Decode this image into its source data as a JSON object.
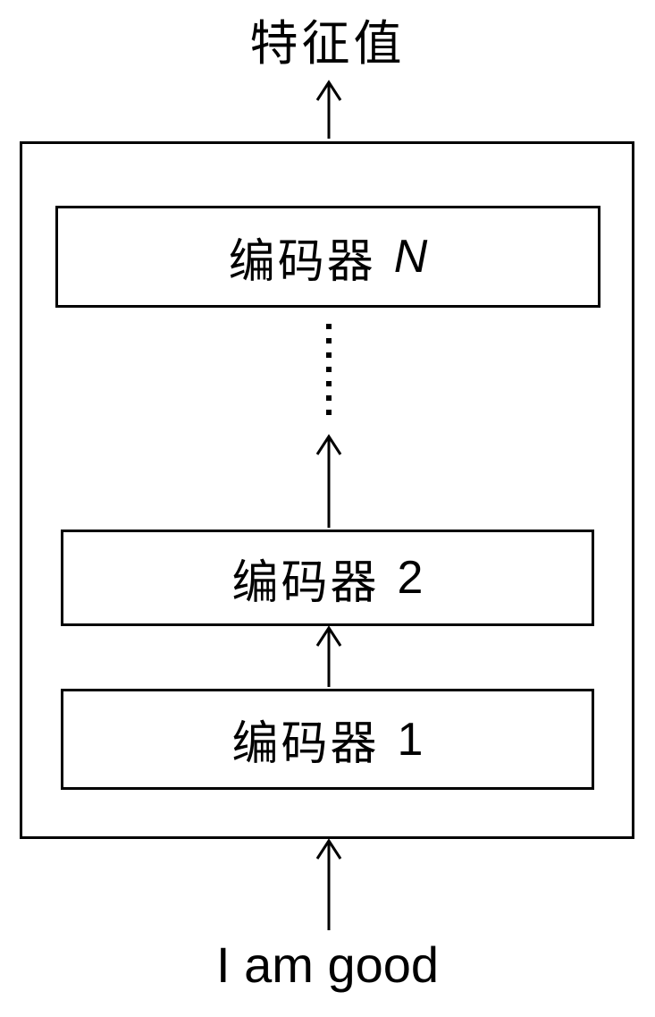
{
  "diagram": {
    "top_label": "特征值",
    "bottom_label": "I am good",
    "encoders": [
      {
        "label": "编码器",
        "index": "N"
      },
      {
        "label": "编码器",
        "index": "2"
      },
      {
        "label": "编码器",
        "index": "1"
      }
    ],
    "colors": {
      "stroke": "#000000",
      "background": "#ffffff",
      "text": "#000000"
    }
  }
}
